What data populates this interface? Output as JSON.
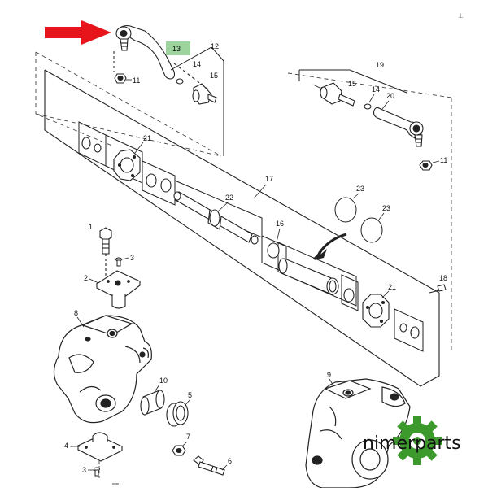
{
  "document": {
    "ref_mark": "⊥",
    "part_labels": {
      "p1": "1",
      "p2": "2",
      "p3a": "3",
      "p3b": "3",
      "p4": "4",
      "p5": "5",
      "p6": "6",
      "p7": "7",
      "p8": "8",
      "p9": "9",
      "p10": "10",
      "p11a": "11",
      "p11b": "11",
      "p12": "12",
      "p13": "13",
      "p14a": "14",
      "p14b": "14",
      "p15a": "15",
      "p15b": "15",
      "p16": "16",
      "p17": "17",
      "p18": "18",
      "p19": "19",
      "p20": "20",
      "p21a": "21",
      "p21b": "21",
      "p22": "22",
      "p23a": "23",
      "p23b": "23"
    },
    "highlighted_part": "13",
    "highlight_color": "#9dd49d",
    "arrow_color": "#e8141b",
    "watermark": {
      "text": "nimerparts",
      "gear_color": "#3c9a2c"
    }
  }
}
